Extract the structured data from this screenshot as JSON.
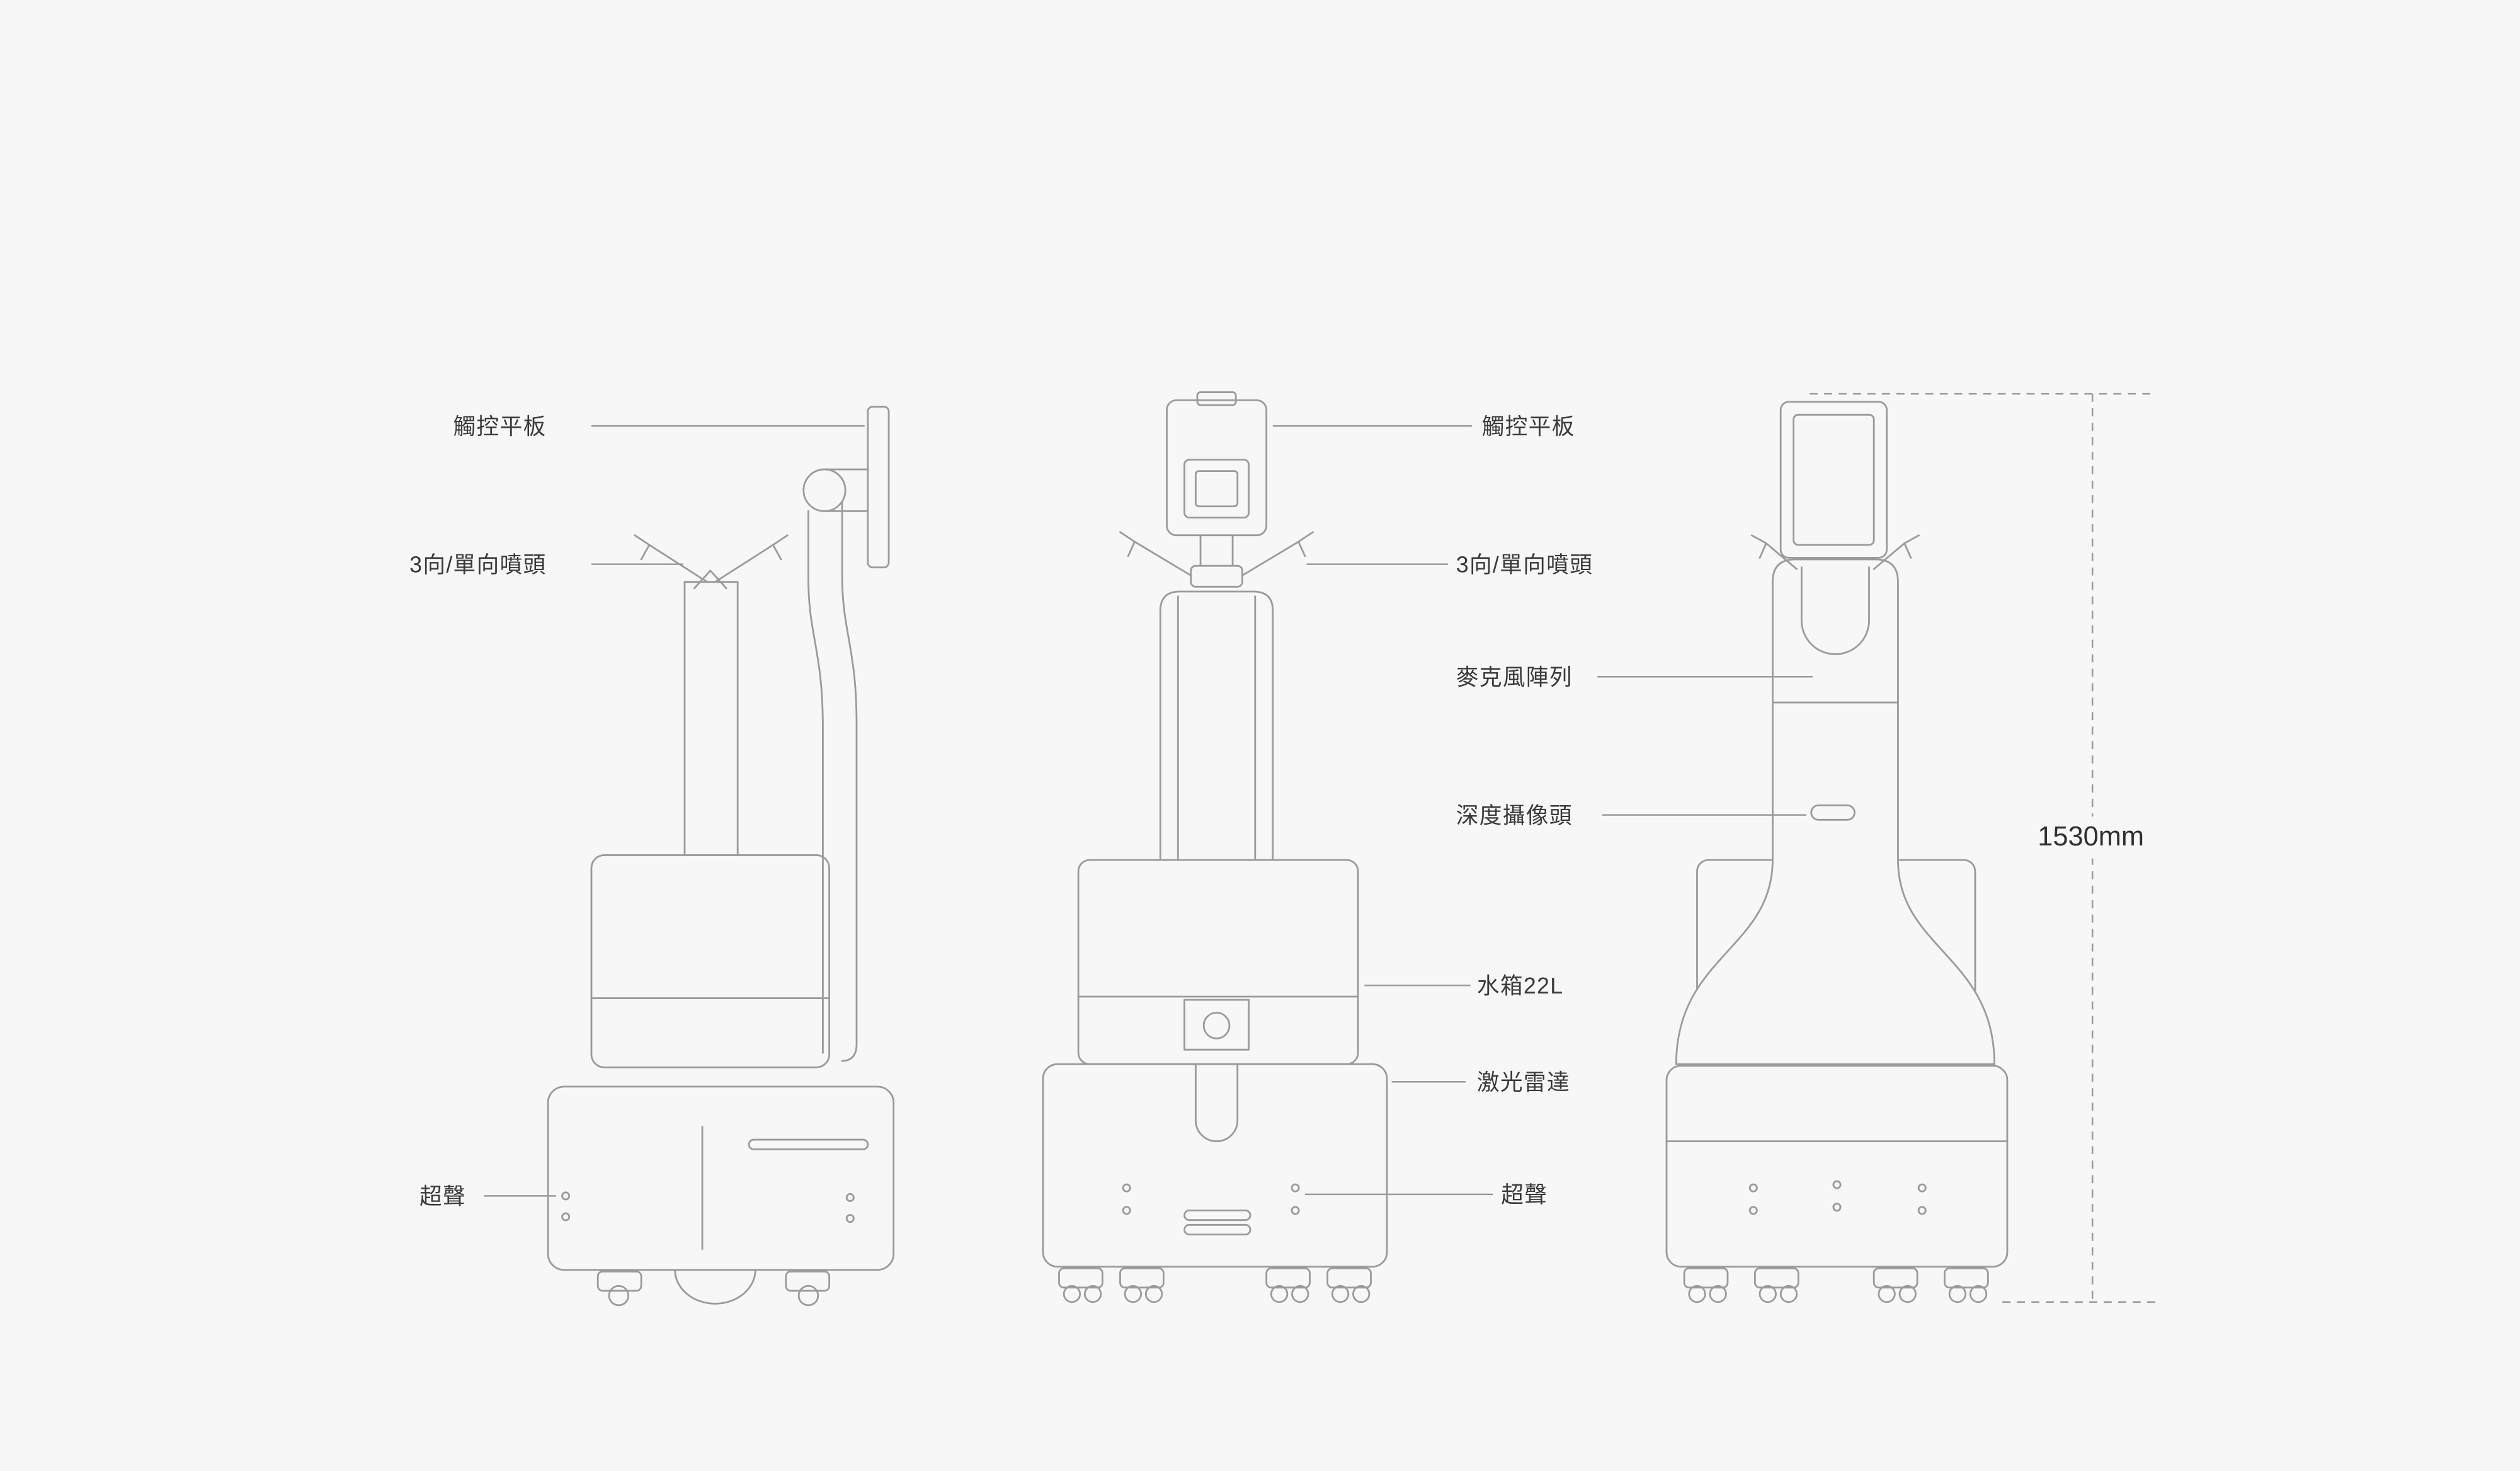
{
  "colors": {
    "background": "#f7f7f7",
    "line": "#9b9b9b",
    "text": "#3a3a3a"
  },
  "callouts": {
    "touch_panel_left": "觸控平板",
    "nozzle_left": "3向/單向噴頭",
    "ultrasonic_left": "超聲",
    "touch_panel_center": "觸控平板",
    "nozzle_center": "3向/單向噴頭",
    "mic_array": "麥克風陣列",
    "depth_camera": "深度攝像頭",
    "water_tank": "水箱22L",
    "lidar": "激光雷達",
    "ultrasonic_center": "超聲"
  },
  "dimension": {
    "overall_height": "1530mm"
  },
  "views": {
    "left": "side-view",
    "center": "front-view",
    "right": "back-view"
  }
}
